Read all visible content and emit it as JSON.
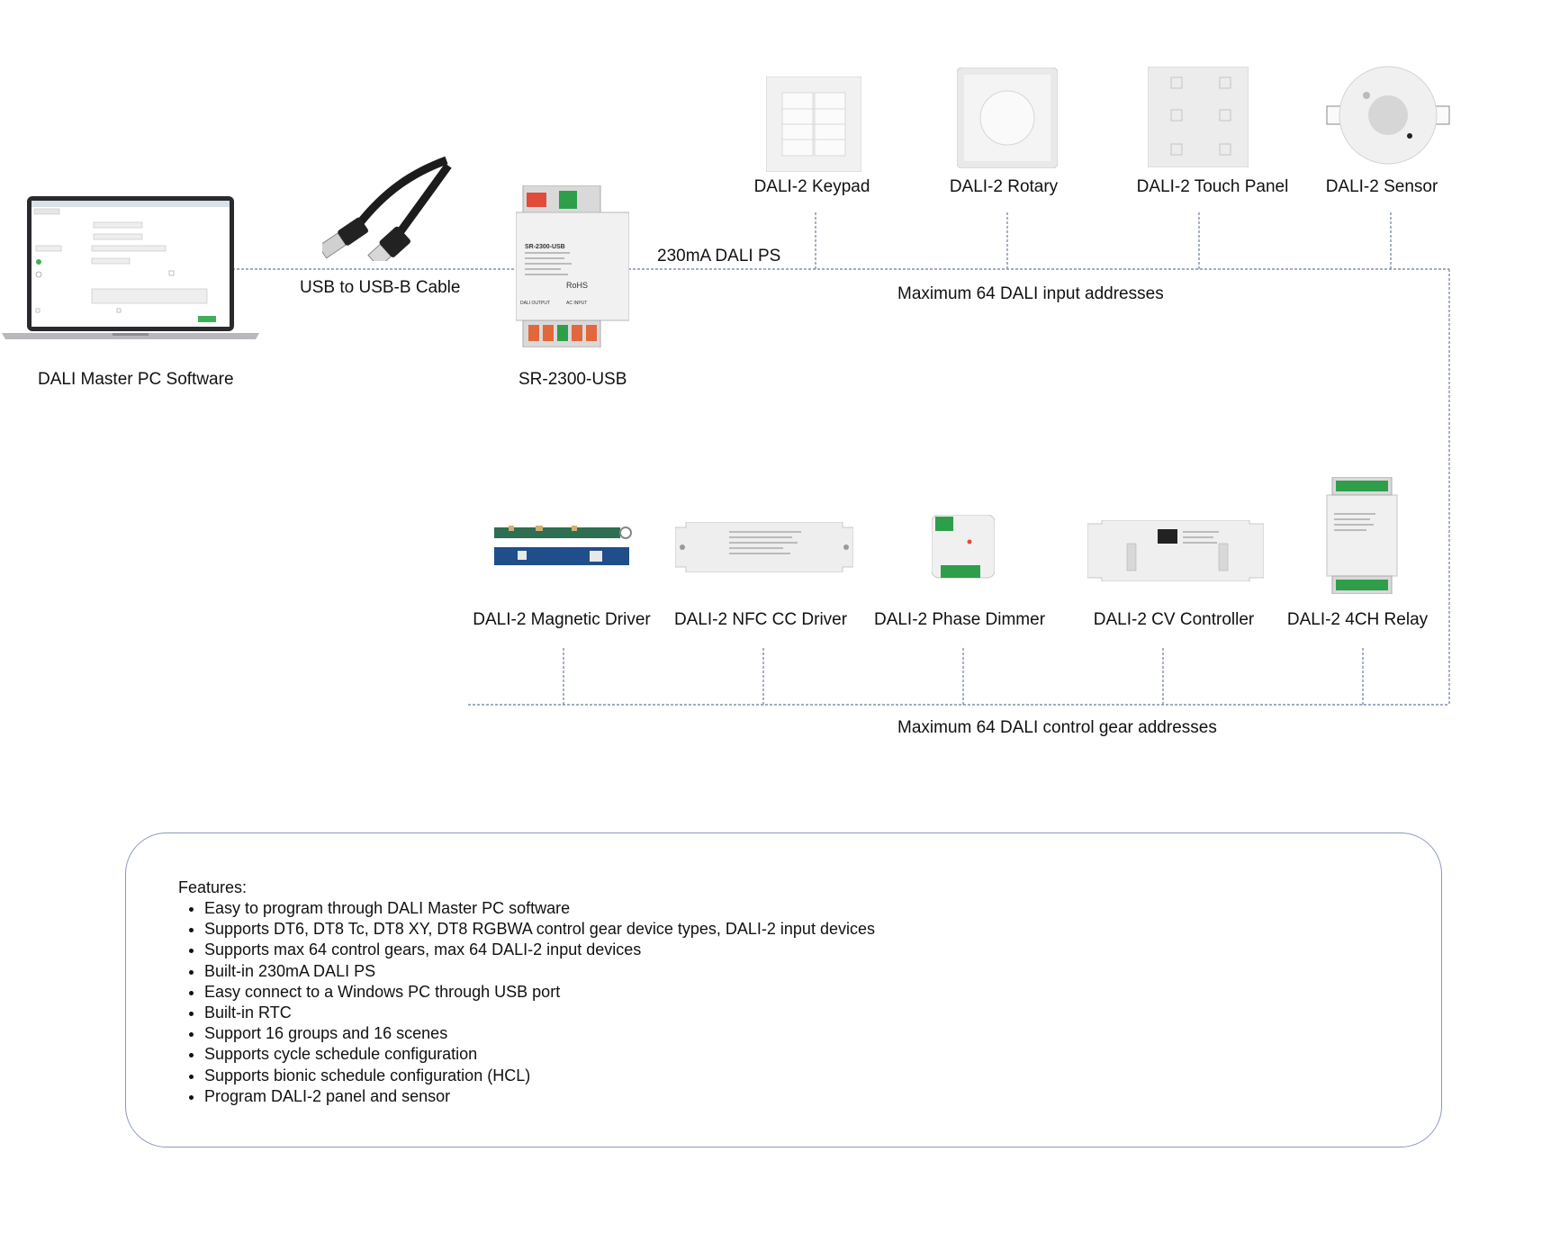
{
  "labels": {
    "pc_software": "DALI Master PC Software",
    "usb_cable": "USB to USB-B Cable",
    "controller": "SR-2300-USB",
    "power_supply": "230mA DALI PS",
    "input_bus": "Maximum 64 DALI input addresses",
    "gear_bus": "Maximum 64 DALI control gear addresses"
  },
  "input_devices": [
    {
      "label": "DALI-2 Keypad"
    },
    {
      "label": "DALI-2 Rotary"
    },
    {
      "label": "DALI-2 Touch Panel"
    },
    {
      "label": "DALI-2 Sensor"
    }
  ],
  "gear_devices": [
    {
      "label": "DALI-2 Magnetic Driver"
    },
    {
      "label": "DALI-2 NFC CC Driver"
    },
    {
      "label": "DALI-2 Phase Dimmer"
    },
    {
      "label": "DALI-2 CV Controller"
    },
    {
      "label": "DALI-2 4CH Relay"
    }
  ],
  "controller_print": {
    "model": "SR-2300-USB",
    "brand": "RoHS",
    "output": "DALI OUTPUT",
    "input": "AC INPUT"
  },
  "features": {
    "title": "Features:",
    "items": [
      "Easy to program through DALI Master PC software",
      "Supports DT6, DT8 Tc, DT8 XY, DT8 RGBWA control gear device types, DALI-2 input devices",
      "Supports max 64 control gears, max 64 DALI-2 input devices",
      "Built-in 230mA DALI PS",
      "Easy connect to a Windows PC through USB port",
      "Built-in RTC",
      "Support 16 groups and 16 scenes",
      "Supports cycle schedule configuration",
      "Supports bionic schedule configuration (HCL)",
      "Program DALI-2 panel and sensor"
    ]
  },
  "colors": {
    "wire": "#8190aa",
    "box_border": "#8a99b8",
    "panel_white": "#f3f3f3",
    "pcb_blue": "#1f4e8a",
    "terminal_green": "#2f9e4a",
    "terminal_orange": "#e2673a"
  }
}
